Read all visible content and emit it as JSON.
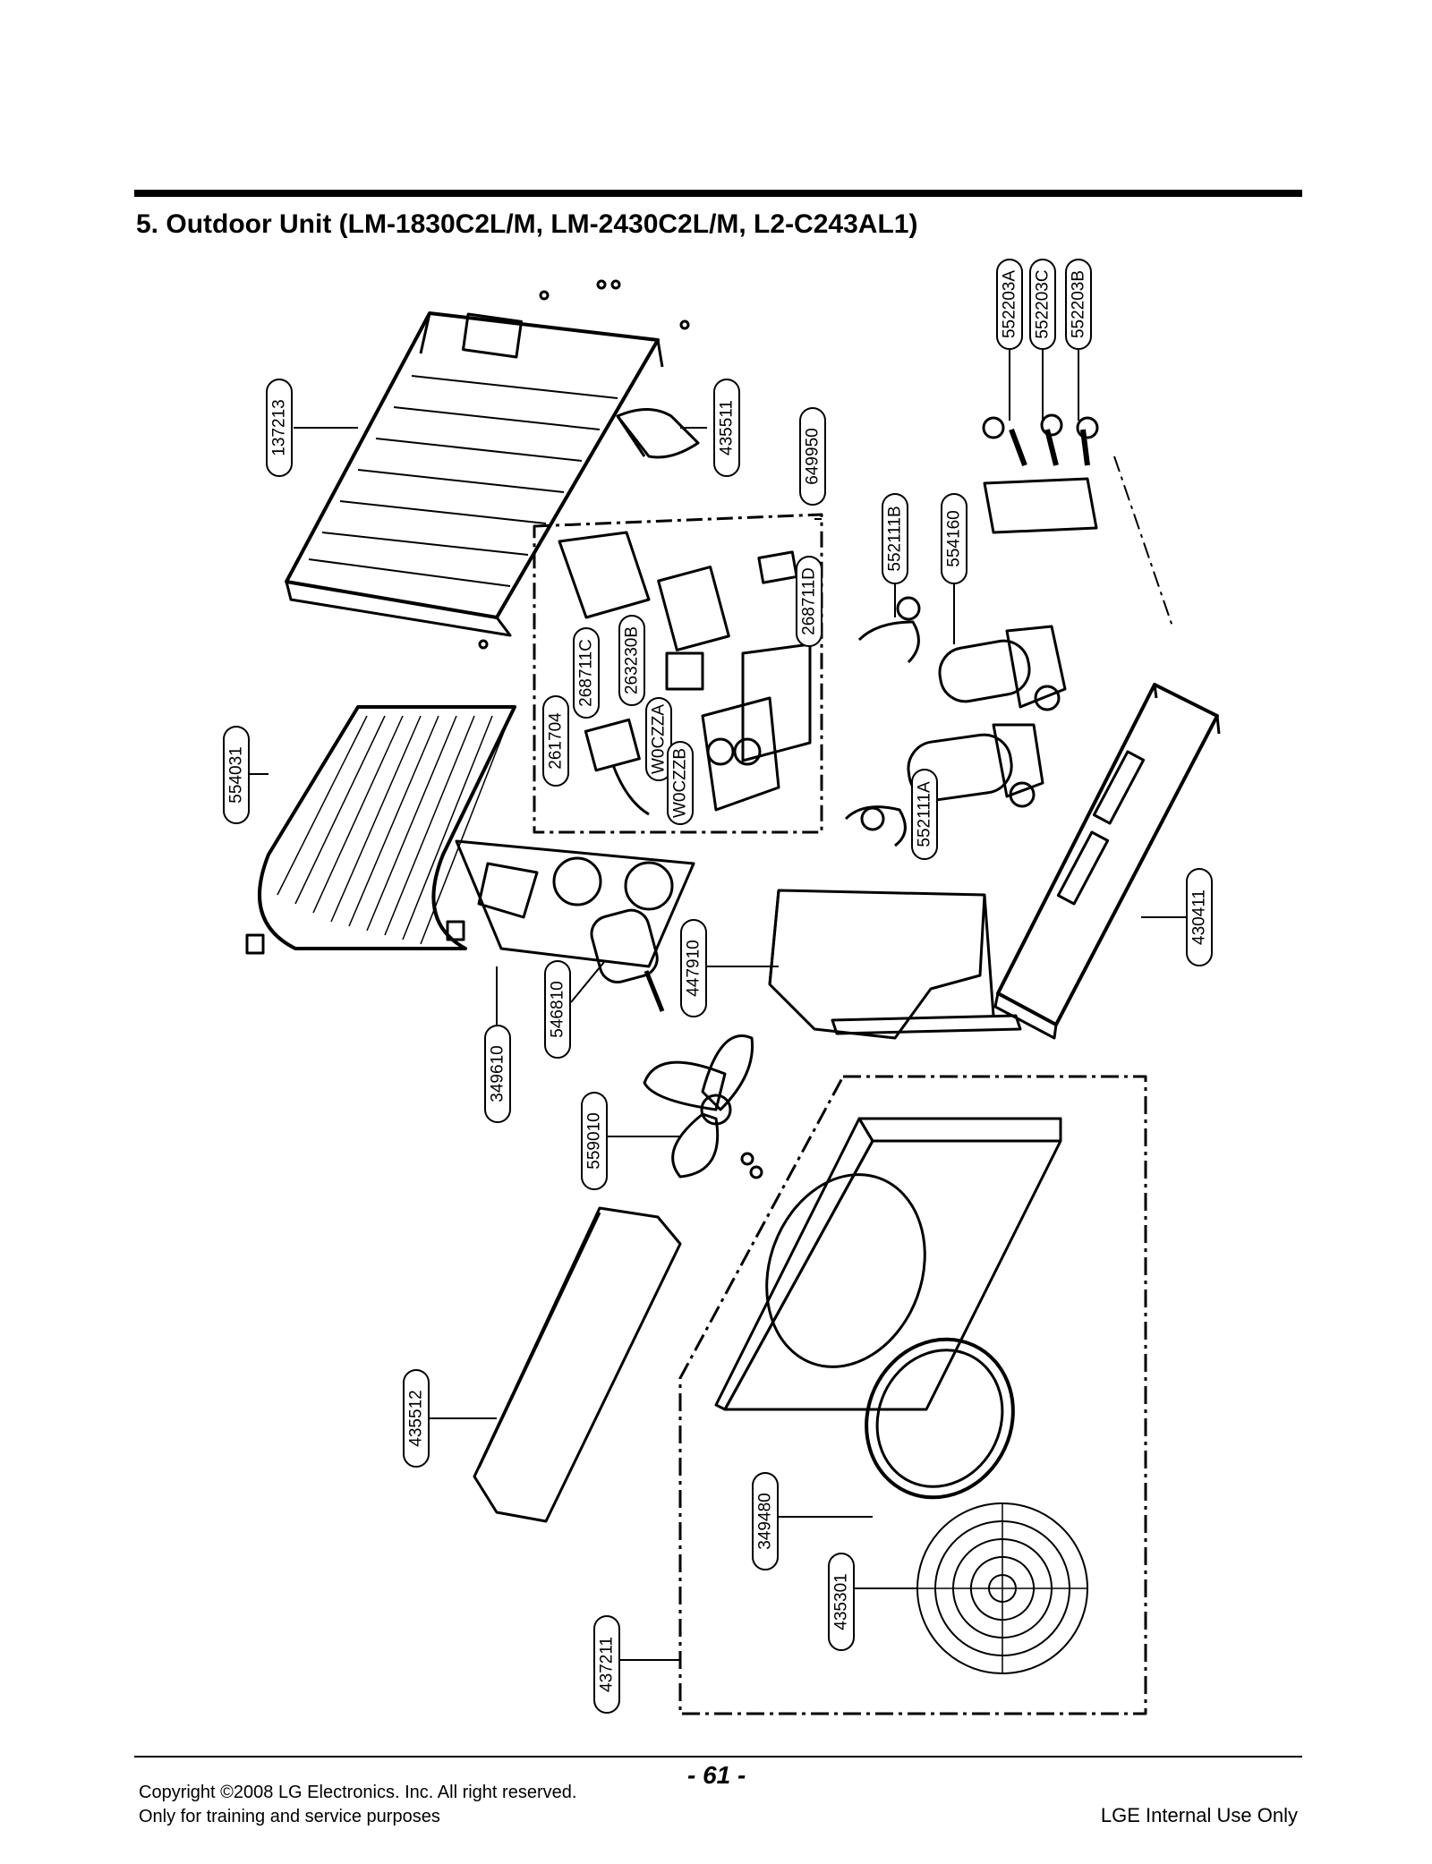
{
  "header": {
    "title": "5. Outdoor Unit (LM-1830C2L/M, LM-2430C2L/M, L2-C243AL1)"
  },
  "parts": [
    {
      "id": "137213"
    },
    {
      "id": "435511"
    },
    {
      "id": "649950"
    },
    {
      "id": "552203A"
    },
    {
      "id": "552203C"
    },
    {
      "id": "552203B"
    },
    {
      "id": "552111B"
    },
    {
      "id": "554160"
    },
    {
      "id": "268711D"
    },
    {
      "id": "268711C"
    },
    {
      "id": "263230B"
    },
    {
      "id": "261704"
    },
    {
      "id": "W0CZZA"
    },
    {
      "id": "W0CZZB"
    },
    {
      "id": "552111A"
    },
    {
      "id": "554031"
    },
    {
      "id": "430411"
    },
    {
      "id": "447910"
    },
    {
      "id": "546810"
    },
    {
      "id": "349610"
    },
    {
      "id": "559010"
    },
    {
      "id": "435512"
    },
    {
      "id": "349480"
    },
    {
      "id": "435301"
    },
    {
      "id": "437211"
    }
  ],
  "footer": {
    "copyright": "Copyright ©2008 LG Electronics. Inc. All right reserved.",
    "purpose": "Only for training and service purposes",
    "page_number": "- 61 -",
    "internal": "LGE Internal Use Only"
  }
}
